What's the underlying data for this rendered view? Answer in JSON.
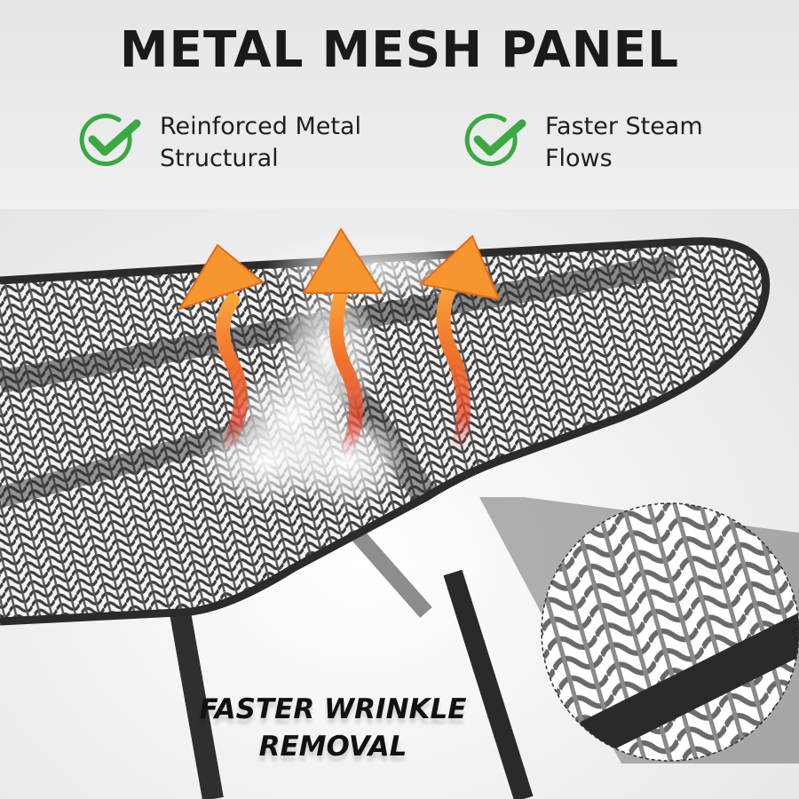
{
  "title": "METAL MESH PANEL",
  "features": [
    {
      "line1": "Reinforced Metal",
      "line2": "Structural",
      "icon": "check-circle-icon",
      "icon_color": "#3aa843"
    },
    {
      "line1": "Faster Steam",
      "line2": "Flows",
      "icon": "check-circle-icon",
      "icon_color": "#3aa843"
    }
  ],
  "callout": {
    "line1": "FASTER WRINKLE",
    "line2": "REMOVAL"
  },
  "illustration": {
    "subject": "ironing board with metal mesh panel",
    "arrows": 3,
    "arrow_color_top": "#f79a2e",
    "arrow_color_bottom": "#e8412a",
    "mesh_color": "#3a3a3a",
    "detail_inset": "mesh-closeup"
  }
}
